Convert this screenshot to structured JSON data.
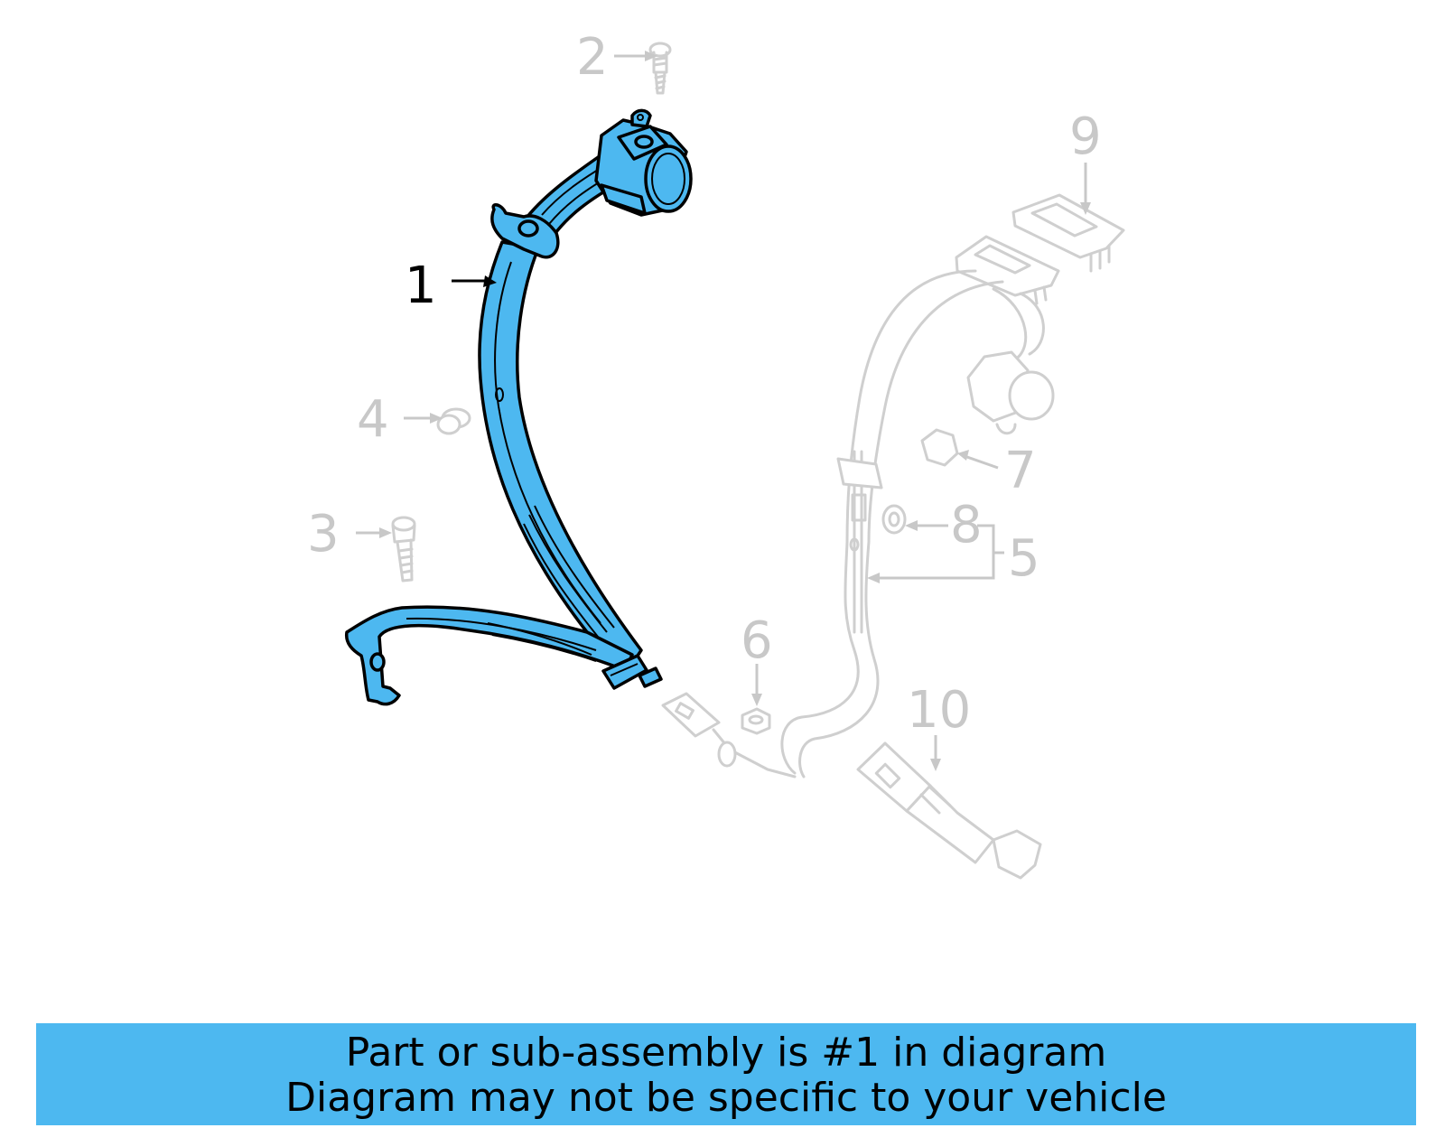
{
  "diagram": {
    "callouts": [
      {
        "id": "1",
        "label": "1",
        "highlighted": true
      },
      {
        "id": "2",
        "label": "2",
        "highlighted": false
      },
      {
        "id": "3",
        "label": "3",
        "highlighted": false
      },
      {
        "id": "4",
        "label": "4",
        "highlighted": false
      },
      {
        "id": "5",
        "label": "5",
        "highlighted": false
      },
      {
        "id": "6",
        "label": "6",
        "highlighted": false
      },
      {
        "id": "7",
        "label": "7",
        "highlighted": false
      },
      {
        "id": "8",
        "label": "8",
        "highlighted": false
      },
      {
        "id": "9",
        "label": "9",
        "highlighted": false
      },
      {
        "id": "10",
        "label": "10",
        "highlighted": false
      }
    ],
    "highlight_color": "#4db8f0",
    "dim_color": "#c8c8c8"
  },
  "banner": {
    "line1": "Part or sub-assembly is #1 in diagram",
    "line2": "Diagram may not be specific to your vehicle"
  }
}
